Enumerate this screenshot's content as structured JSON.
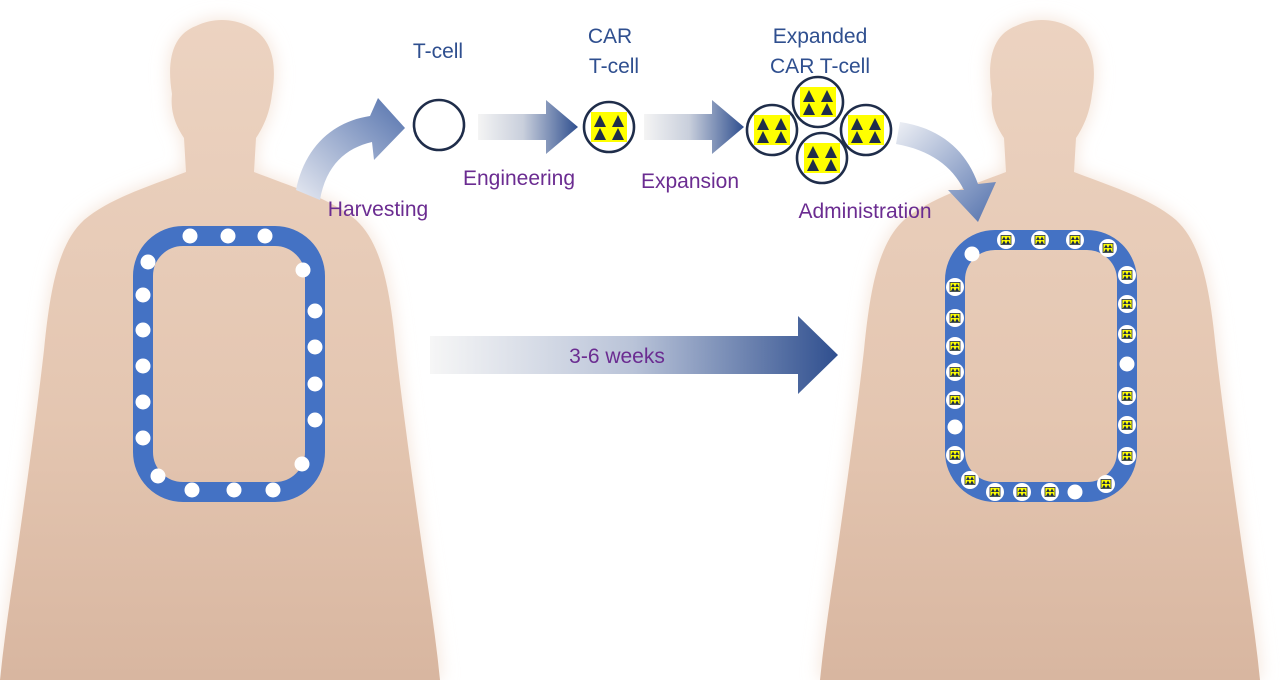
{
  "labels": {
    "t_cell": "T-cell",
    "car_t_cell_line1": "CAR",
    "car_t_cell_line2": "T-cell",
    "expanded_line1": "Expanded",
    "expanded_line2": "CAR T-cell"
  },
  "steps": {
    "harvesting": "Harvesting",
    "engineering": "Engineering",
    "expansion": "Expansion",
    "administration": "Administration"
  },
  "timeline": {
    "duration": "3-6 weeks"
  },
  "colors": {
    "skin": "#e8ccb8",
    "skin_glow": "#f4e2d6",
    "vessel": "#4472c4",
    "cell_white": "#ffffff",
    "car_yellow": "#ffff00",
    "car_outline": "#1f2d4a",
    "label_blue": "#2f4f8f",
    "label_purple": "#6b2c91",
    "arrow_dark": "#2f4f8f",
    "arrow_light": "#f2f2f2"
  }
}
